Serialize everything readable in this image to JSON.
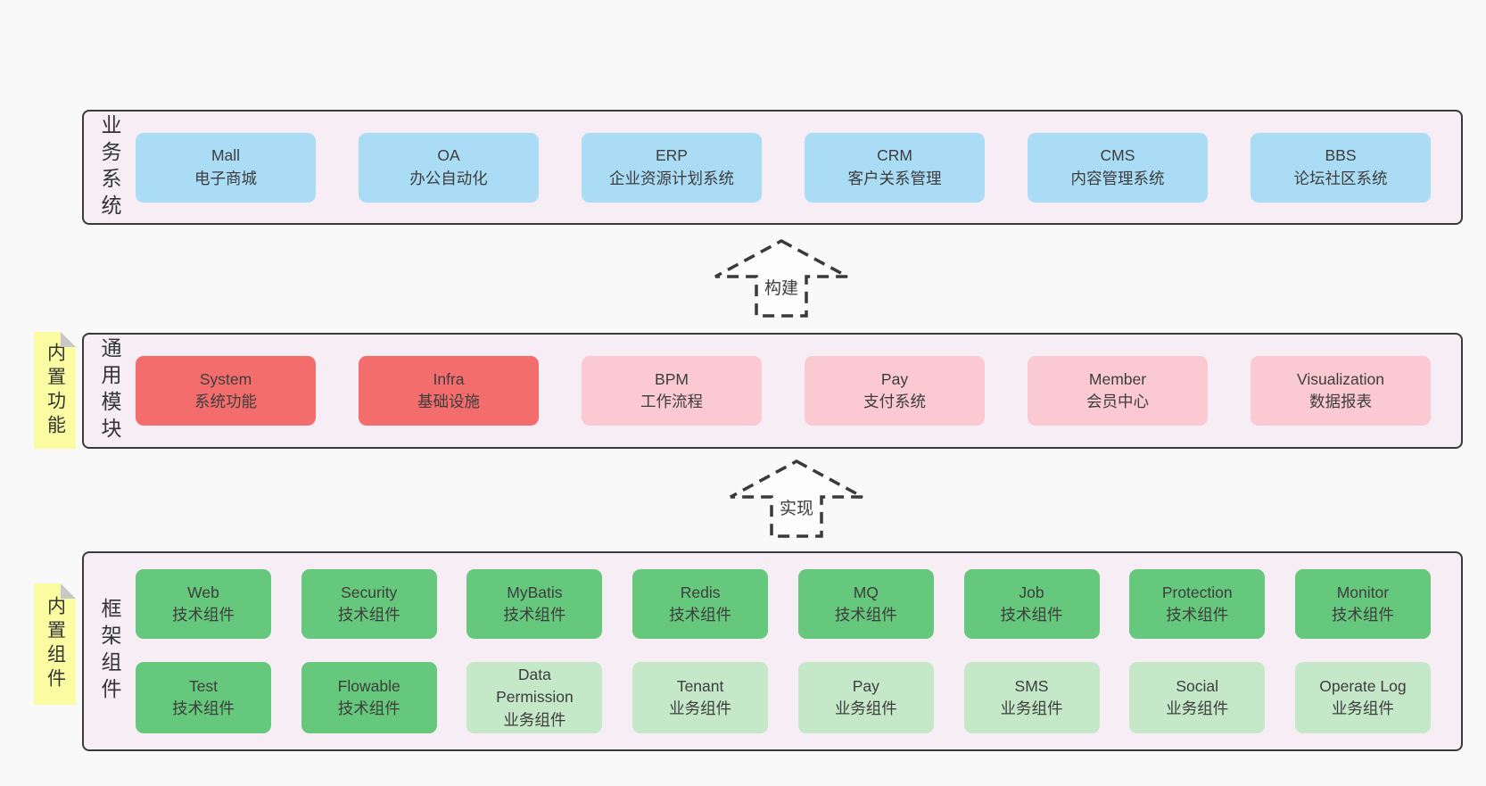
{
  "colors": {
    "page_bg": "#f9f9f9",
    "panel_bg": "#f7edf5",
    "panel_border": "#3a3a3a",
    "box_blue": "#aadcf6",
    "box_red": "#f36d6d",
    "box_pink": "#fbc9d2",
    "box_green_dark": "#66c87c",
    "box_green_light": "#c5e8c9",
    "note_yellow": "#fbfba1",
    "note_fold_gray": "#c8c8c8",
    "text": "#3d3d3d"
  },
  "arrows": {
    "build_label": "构建",
    "implement_label": "实现"
  },
  "panels": {
    "business": {
      "title": "业务系统",
      "boxes": [
        {
          "name": "Mall",
          "desc": "电子商城"
        },
        {
          "name": "OA",
          "desc": "办公自动化"
        },
        {
          "name": "ERP",
          "desc": "企业资源计划系统"
        },
        {
          "name": "CRM",
          "desc": "客户关系管理"
        },
        {
          "name": "CMS",
          "desc": "内容管理系统"
        },
        {
          "name": "BBS",
          "desc": "论坛社区系统"
        }
      ]
    },
    "modules": {
      "title": "通用模块",
      "note": "内置功能",
      "boxes": [
        {
          "name": "System",
          "desc": "系统功能"
        },
        {
          "name": "Infra",
          "desc": "基础设施"
        },
        {
          "name": "BPM",
          "desc": "工作流程"
        },
        {
          "name": "Pay",
          "desc": "支付系统"
        },
        {
          "name": "Member",
          "desc": "会员中心"
        },
        {
          "name": "Visualization",
          "desc": "数据报表"
        }
      ]
    },
    "framework": {
      "title": "框架组件",
      "note": "内置组件",
      "row1": [
        {
          "name": "Web",
          "desc": "技术组件"
        },
        {
          "name": "Security",
          "desc": "技术组件"
        },
        {
          "name": "MyBatis",
          "desc": "技术组件"
        },
        {
          "name": "Redis",
          "desc": "技术组件"
        },
        {
          "name": "MQ",
          "desc": "技术组件"
        },
        {
          "name": "Job",
          "desc": "技术组件"
        },
        {
          "name": "Protection",
          "desc": "技术组件"
        },
        {
          "name": "Monitor",
          "desc": "技术组件"
        }
      ],
      "row2": [
        {
          "name": "Test",
          "desc": "技术组件"
        },
        {
          "name": "Flowable",
          "desc": "技术组件"
        },
        {
          "name": "Data Permission",
          "desc": "业务组件"
        },
        {
          "name": "Tenant",
          "desc": "业务组件"
        },
        {
          "name": "Pay",
          "desc": "业务组件"
        },
        {
          "name": "SMS",
          "desc": "业务组件"
        },
        {
          "name": "Social",
          "desc": "业务组件"
        },
        {
          "name": "Operate Log",
          "desc": "业务组件"
        }
      ]
    }
  }
}
